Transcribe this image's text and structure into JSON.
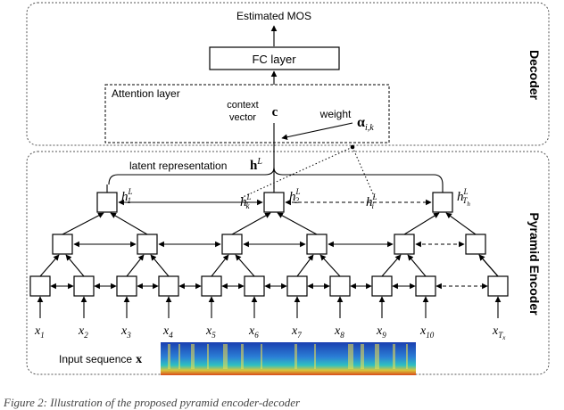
{
  "decoder": {
    "section_label": "Decoder",
    "output_label": "Estimated MOS",
    "fc_label": "FC layer",
    "attention_label": "Attention layer",
    "context_line1": "context",
    "context_line2": "vector",
    "context_symbol": "c",
    "weight_label": "weight",
    "weight_symbol": "α",
    "weight_sub": "i,k"
  },
  "encoder": {
    "section_label": "Pyramid Encoder",
    "latent_label": "latent representation",
    "latent_symbol": "h",
    "latent_sup": "L",
    "top_labels": [
      {
        "main": "h",
        "sub": "1",
        "sup": "L"
      },
      {
        "main": "h",
        "sub": "k",
        "sup": "L"
      },
      {
        "main": "h",
        "sub": "2",
        "sup": "L"
      },
      {
        "main": "h",
        "sub": "i",
        "sup": "L"
      },
      {
        "main": "h",
        "sub": "T",
        "sub2": "h",
        "sup": "L"
      }
    ],
    "inputs": [
      {
        "main": "x",
        "sub": "1"
      },
      {
        "main": "x",
        "sub": "2"
      },
      {
        "main": "x",
        "sub": "3"
      },
      {
        "main": "x",
        "sub": "4"
      },
      {
        "main": "x",
        "sub": "5"
      },
      {
        "main": "x",
        "sub": "6"
      },
      {
        "main": "x",
        "sub": "7"
      },
      {
        "main": "x",
        "sub": "8"
      },
      {
        "main": "x",
        "sub": "9"
      },
      {
        "main": "x",
        "sub": "10"
      },
      {
        "main": "x",
        "sub": "T",
        "sub2": "x"
      }
    ],
    "input_sequence_label": "Input sequence",
    "input_sequence_symbol": "x"
  },
  "caption": "Figure 2: Illustration of the proposed pyramid encoder-decoder"
}
